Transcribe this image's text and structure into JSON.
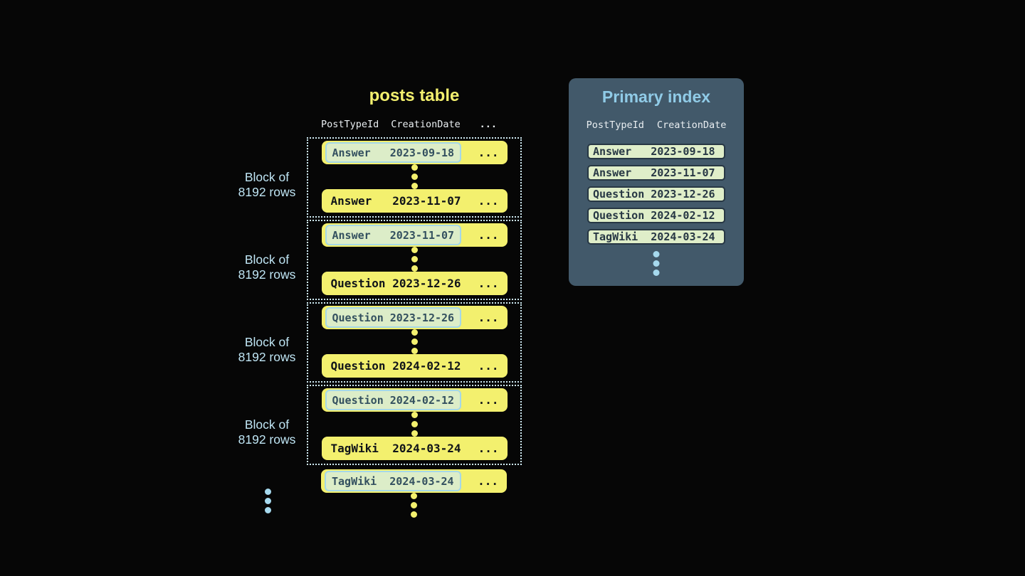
{
  "posts_table": {
    "title": "posts table",
    "columns": {
      "post_type": "PostTypeId",
      "creation_date": "CreationDate",
      "more": "..."
    },
    "block_label_line1": "Block of",
    "block_label_line2": "8192 rows",
    "ellipsis": "...",
    "blocks": [
      {
        "first_row": {
          "post_type": "Answer",
          "creation_date": "2023-09-18"
        },
        "last_row": {
          "post_type": "Answer",
          "creation_date": "2023-11-07"
        }
      },
      {
        "first_row": {
          "post_type": "Answer",
          "creation_date": "2023-11-07"
        },
        "last_row": {
          "post_type": "Question",
          "creation_date": "2023-12-26"
        }
      },
      {
        "first_row": {
          "post_type": "Question",
          "creation_date": "2023-12-26"
        },
        "last_row": {
          "post_type": "Question",
          "creation_date": "2024-02-12"
        }
      },
      {
        "first_row": {
          "post_type": "Question",
          "creation_date": "2024-02-12"
        },
        "last_row": {
          "post_type": "TagWiki",
          "creation_date": "2024-03-24"
        }
      }
    ],
    "overflow_row": {
      "post_type": "TagWiki",
      "creation_date": "2024-03-24"
    }
  },
  "primary_index": {
    "title": "Primary index",
    "columns": {
      "post_type": "PostTypeId",
      "creation_date": "CreationDate"
    },
    "rows": [
      {
        "post_type": "Answer",
        "creation_date": "2023-09-18"
      },
      {
        "post_type": "Answer",
        "creation_date": "2023-11-07"
      },
      {
        "post_type": "Question",
        "creation_date": "2023-12-26"
      },
      {
        "post_type": "Question",
        "creation_date": "2024-02-12"
      },
      {
        "post_type": "TagWiki",
        "creation_date": "2024-03-24"
      }
    ]
  },
  "colors": {
    "background": "#060606",
    "row_yellow": "#f3f06e",
    "chip_bg": "#dcedc8",
    "chip_border": "#a5d8e8",
    "chip_text": "#33505f",
    "bold_text": "#101419",
    "dotted_border": "#cfeaf3",
    "label_blue": "#bfe5f4",
    "panel_bg": "#42596a",
    "panel_title": "#90cbe7",
    "header_text": "#e9eef1",
    "index_row_bg": "#dfeec9",
    "index_row_border": "#273744",
    "blue_dot": "#a6d9ee"
  }
}
